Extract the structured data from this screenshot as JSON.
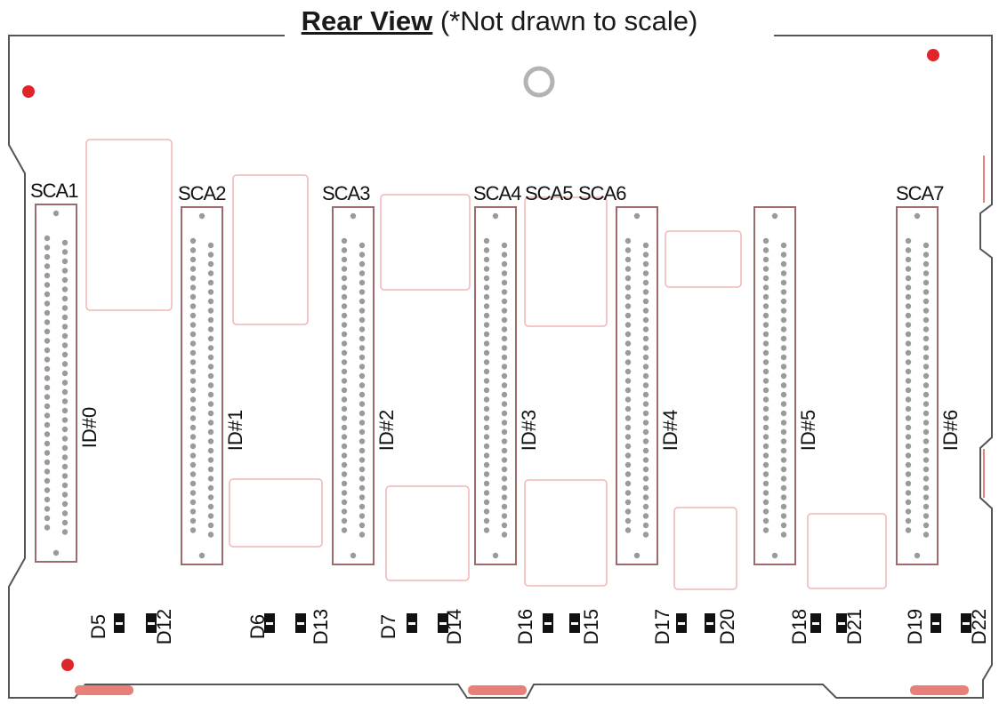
{
  "title": "Rear View",
  "subtitle": "(*Not drawn to scale)",
  "connectors": [
    {
      "label": "SCA1",
      "id": "ID#0"
    },
    {
      "label": "SCA2",
      "id": "ID#1"
    },
    {
      "label": "SCA3",
      "id": "ID#2"
    },
    {
      "label": "SCA4",
      "id": "ID#3"
    },
    {
      "label": "SCA5",
      "id": "ID#4"
    },
    {
      "label": "SCA6",
      "id": "ID#5"
    },
    {
      "label": "SCA7",
      "id": "ID#6"
    }
  ],
  "leds": [
    "D5",
    "D12",
    "D6",
    "D13",
    "D7",
    "D14",
    "D16",
    "D15",
    "D17",
    "D20",
    "D18",
    "D21",
    "D19",
    "D22"
  ],
  "colors": {
    "outline": "#555555",
    "connector_border": "#a06a6a",
    "pin": "#9a9a9a",
    "pad": "#f2b6b6",
    "dot": "#e0252a",
    "tab": "#e8807a",
    "led": "#111111"
  }
}
